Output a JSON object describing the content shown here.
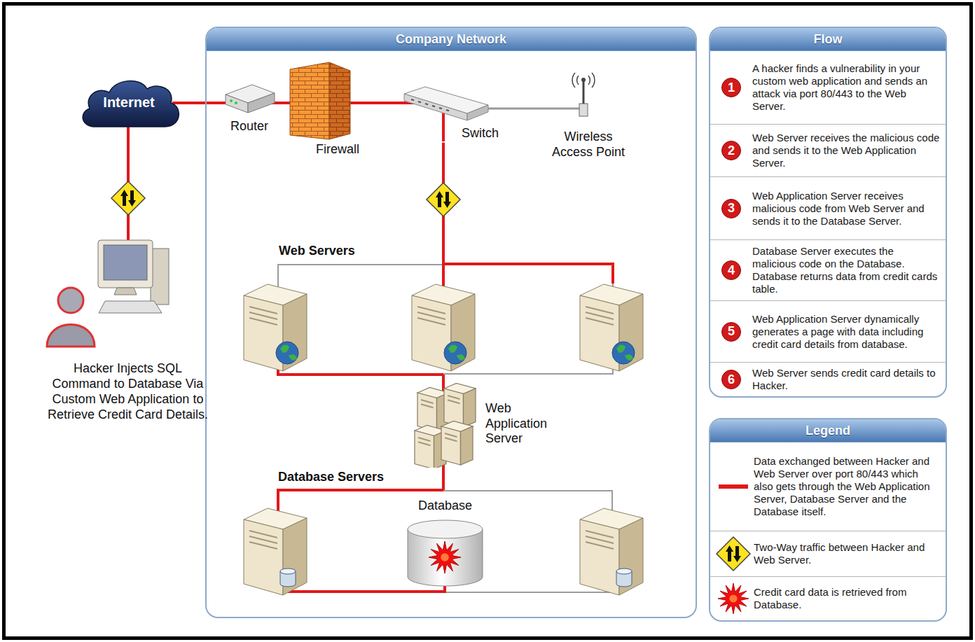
{
  "diagram": {
    "nodes": [
      {
        "text": [
          "Internet"
        ]
      },
      {
        "text": [
          "Hacker Injects SQL Command to Database Via Custom Web Application to Retrieve Credit Card Details."
        ]
      },
      {
        "text": [
          "Company Network"
        ]
      },
      {
        "text": [
          "Router"
        ],
        "in": 2
      },
      {
        "text": [
          "Firewall"
        ],
        "in": 2
      },
      {
        "text": [
          "Switch"
        ],
        "in": 2
      },
      {
        "text": [
          "Wireless Access Point"
        ],
        "in": 2
      },
      {
        "text": [
          "Web Servers"
        ],
        "in": 2
      },
      {
        "text": [
          "Web Application Server"
        ],
        "in": 2
      },
      {
        "text": [
          "Database Servers"
        ],
        "in": 2
      },
      {
        "text": [
          "Database"
        ],
        "in": 9
      },
      {
        "text": [
          "Flow"
        ]
      },
      {
        "text": [
          "A hacker finds a vulnerability in your custom web application and sends an attack via port 80/443 to the Web Server."
        ],
        "in": 11
      },
      {
        "text": [
          "Web Server receives the malicious code and sends it to the Web Application Server."
        ],
        "in": 11
      },
      {
        "text": [
          "Web Application Server receives malicious code from Web Server and sends it to the Database Server."
        ],
        "in": 11
      },
      {
        "text": [
          "Database Server executes the malicious code on the Database. Database returns data from credit cards table."
        ],
        "in": 11
      },
      {
        "text": [
          "Web Application Server dynamically generates a page with data including credit card details from database."
        ],
        "in": 11
      },
      {
        "text": [
          "Web Server sends credit card details to Hacker."
        ],
        "in": 11
      },
      {
        "text": [
          "Legend"
        ]
      }
    ],
    "edges": [
      {
        "from": 0,
        "to": 1,
        "arrow": "none"
      },
      {
        "from": 0,
        "to": 3,
        "arrow": "none"
      },
      {
        "from": 3,
        "to": 4,
        "arrow": "none"
      },
      {
        "from": 4,
        "to": 5,
        "arrow": "none"
      },
      {
        "from": 5,
        "to": 6,
        "arrow": "none"
      },
      {
        "from": 5,
        "to": 7,
        "arrow": "none"
      },
      {
        "from": 7,
        "to": 8,
        "arrow": "none"
      },
      {
        "from": 8,
        "to": 9,
        "arrow": "none"
      }
    ],
    "labels": [
      "1",
      "2",
      "3",
      "4",
      "5",
      "6"
    ],
    "legend": [
      {
        "text": "Data exchanged between Hacker and Web Server over port 80/443 which also gets through the Web Application Server, Database Server and the Database itself."
      },
      {
        "text": "Two-Way traffic between Hacker and Web Server."
      },
      {
        "text": "Credit card data is retrieved from Database."
      }
    ]
  }
}
